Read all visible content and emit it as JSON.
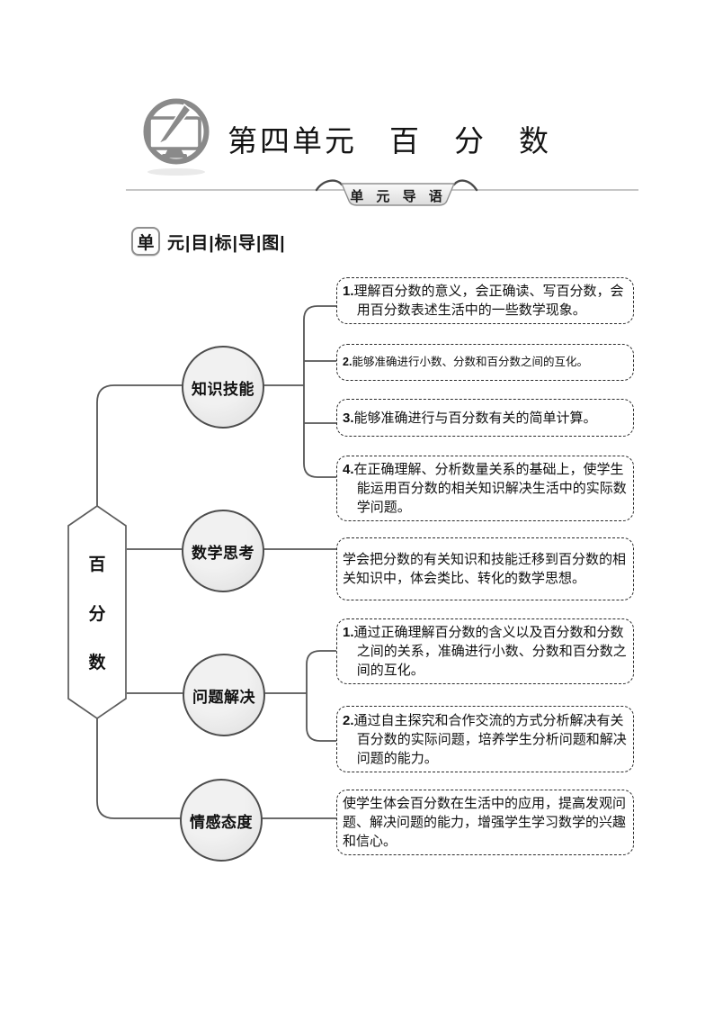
{
  "header": {
    "title": "第四单元　百　分　数",
    "banner_label": "单 元 导 语"
  },
  "section_heading": {
    "badge": "单",
    "rest": "元|目|标|导|图|"
  },
  "diagram": {
    "root": {
      "label": "百分数",
      "chars": [
        "百",
        "分",
        "数"
      ]
    },
    "branches": [
      {
        "label": "知识技能",
        "items": [
          {
            "num": "1.",
            "text": "理解百分数的意义，会正确读、写百分数，会用百分数表述生活中的一些数学现象。"
          },
          {
            "num": "2.",
            "text": "能够准确进行小数、分数和百分数之间的互化。"
          },
          {
            "num": "3.",
            "text": "能够准确进行与百分数有关的简单计算。"
          },
          {
            "num": "4.",
            "text": "在正确理解、分析数量关系的基础上，使学生能运用百分数的相关知识解决生活中的实际数学问题。"
          }
        ]
      },
      {
        "label": "数学思考",
        "items": [
          {
            "num": "",
            "text": "学会把分数的有关知识和技能迁移到百分数的相关知识中，体会类比、转化的数学思想。"
          }
        ]
      },
      {
        "label": "问题解决",
        "items": [
          {
            "num": "1.",
            "text": "通过正确理解百分数的含义以及百分数和分数之间的关系，准确进行小数、分数和百分数之间的互化。"
          },
          {
            "num": "2.",
            "text": "通过自主探究和合作交流的方式分析解决有关百分数的实际问题，培养学生分析问题和解决问题的能力。"
          }
        ]
      },
      {
        "label": "情感态度",
        "items": [
          {
            "num": "",
            "text": "使学生体会百分数在生活中的应用，提高发观问题、解决问题的能力，增强学生学习数学的兴趣和信心。"
          }
        ]
      }
    ]
  },
  "colors": {
    "connector_line": "#565656",
    "circle_fill": "#e6e6e6",
    "circle_border": "#4d4d4d",
    "icon_gray": "#8a8a8a",
    "rule_line": "#b3b3b3",
    "box_border": "#2b2b2b"
  }
}
